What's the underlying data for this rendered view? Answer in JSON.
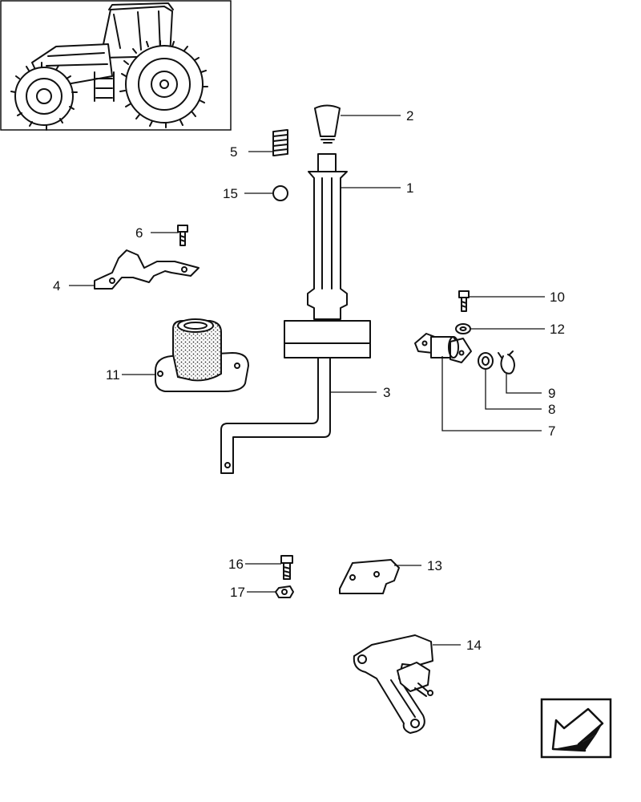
{
  "diagram": {
    "callouts": [
      "1",
      "2",
      "3",
      "4",
      "5",
      "6",
      "7",
      "8",
      "9",
      "10",
      "11",
      "12",
      "13",
      "14",
      "15",
      "16",
      "17"
    ]
  },
  "icons": {
    "thumbnail": "tractor-icon",
    "navigation": "arrow-down-left-icon"
  }
}
